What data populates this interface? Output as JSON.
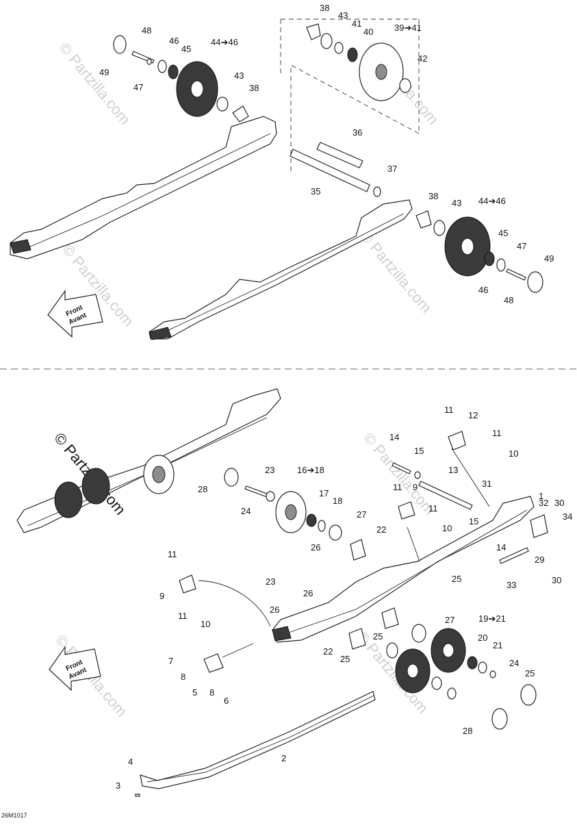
{
  "drawing_code": "26M1017",
  "front_arrow": {
    "line1": "Front",
    "line2": "Avant"
  },
  "watermark": "© Partzilla.com",
  "callouts_top": [
    "38",
    "43",
    "41",
    "40",
    "39➔41",
    "48",
    "46",
    "45",
    "44➔46",
    "49",
    "47",
    "43",
    "38",
    "42",
    "36",
    "37",
    "35",
    "38",
    "43",
    "44➔46",
    "45",
    "47",
    "49",
    "46",
    "48"
  ],
  "callouts_bottom": [
    "11",
    "12",
    "11",
    "10",
    "14",
    "15",
    "13",
    "31",
    "1",
    "32",
    "30",
    "34",
    "23",
    "16➔18",
    "28",
    "24",
    "17",
    "18",
    "27",
    "11",
    "9",
    "11",
    "10",
    "15",
    "22",
    "26",
    "14",
    "29",
    "33",
    "30",
    "11",
    "9",
    "11",
    "10",
    "23",
    "26",
    "25",
    "26",
    "25",
    "27",
    "19➔21",
    "22",
    "25",
    "20",
    "21",
    "24",
    "25",
    "7",
    "8",
    "5",
    "8",
    "6",
    "28",
    "4",
    "2",
    "3"
  ]
}
